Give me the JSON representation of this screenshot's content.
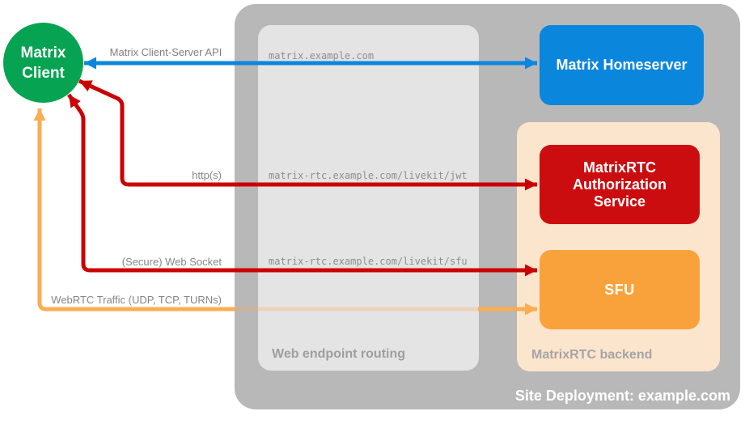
{
  "colors": {
    "client_green": "#05a352",
    "homeserver_blue": "#0b86dd",
    "auth_red": "#cc0d10",
    "sfu_orange": "#f9a23c",
    "arrow_blue": "#0b86dd",
    "arrow_red": "#cc0000",
    "arrow_orange": "#f9ad54",
    "site_gray": "#b8b8b8",
    "routing_gray": "#e4e4e4",
    "backend_peach": "#fce5cd"
  },
  "nodes": {
    "client": {
      "label": "Matrix Client"
    },
    "homeserver": {
      "label": "Matrix Homeserver"
    },
    "auth_service": {
      "label": "MatrixRTC Authorization Service"
    },
    "sfu": {
      "label": "SFU"
    }
  },
  "containers": {
    "site": {
      "label": "Site Deployment: example.com"
    },
    "routing": {
      "label": "Web endpoint routing"
    },
    "backend": {
      "label": "MatrixRTC backend"
    }
  },
  "edges": {
    "api": {
      "label": "Matrix Client-Server API",
      "endpoint": "matrix.example.com"
    },
    "http": {
      "label": "http(s)",
      "endpoint": "matrix-rtc.example.com/livekit/jwt"
    },
    "websocket": {
      "label": "(Secure) Web Socket",
      "endpoint": "matrix-rtc.example.com/livekit/sfu"
    },
    "webrtc": {
      "label": "WebRTC Traffic (UDP, TCP, TURNs)"
    }
  }
}
